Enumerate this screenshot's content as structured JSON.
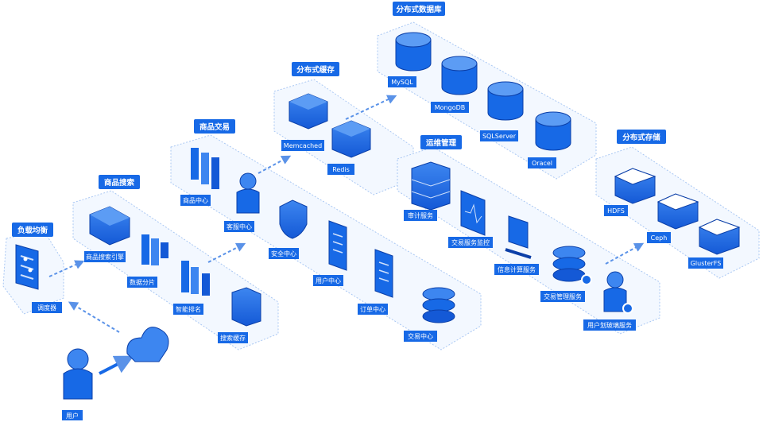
{
  "colors": {
    "primary": "#1769e6",
    "dark": "#0b3fa8",
    "light": "#cfe0fb",
    "platform": "#f2f7ff",
    "edge": "#a8c6f2",
    "dash": "#5a92e8"
  },
  "groups": {
    "load_balance": {
      "title": "负载均衡",
      "items": [
        "调度器"
      ]
    },
    "search": {
      "title": "商品搜索",
      "items": [
        "商品搜索引擎",
        "数据分片",
        "智能排名",
        "搜索缓存"
      ]
    },
    "trade": {
      "title": "商品交易",
      "items": [
        "商品中心",
        "客服中心",
        "安全中心",
        "用户中心",
        "订单中心",
        "交易中心"
      ]
    },
    "cache": {
      "title": "分布式缓存",
      "items": [
        "Memcached",
        "Redis"
      ]
    },
    "database": {
      "title": "分布式数据库",
      "items": [
        "MySQL",
        "MongoDB",
        "SQLServer",
        "Oracel"
      ]
    },
    "ops": {
      "title": "运维管理",
      "items": [
        "审计服务",
        "交易服务监控",
        "信息计算服务",
        "交易管理服务",
        "用户划玻璃服务"
      ]
    },
    "storage": {
      "title": "分布式存储",
      "items": [
        "HDFS",
        "Ceph",
        "GlusterFS"
      ]
    }
  },
  "user": {
    "label": "用户"
  }
}
